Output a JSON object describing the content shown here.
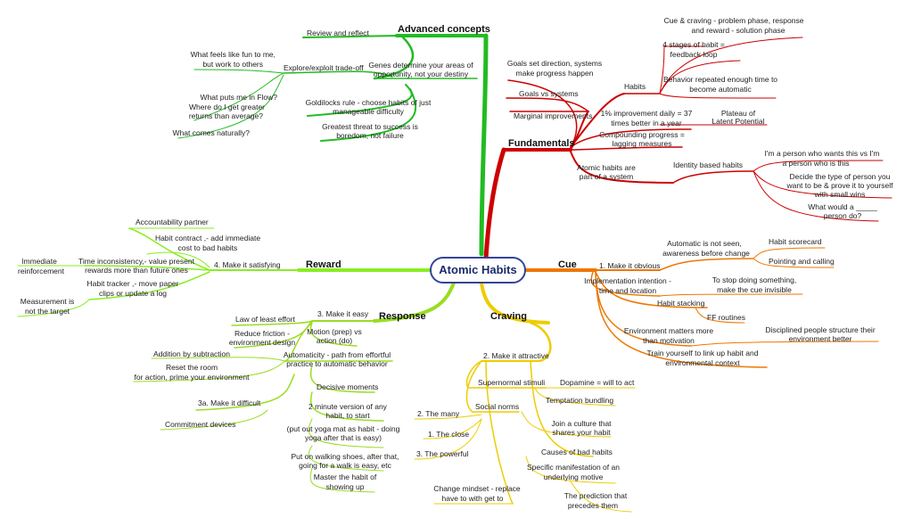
{
  "colors": {
    "fundamentals": "#cc0000",
    "advanced": "#22bb22",
    "cue": "#ee7700",
    "craving": "#eecc00",
    "response": "#99dd22",
    "reward": "#88ee22",
    "center_border": "#334499"
  },
  "center": {
    "title": "Atomic Habits"
  },
  "branches": {
    "advanced": "Advanced concepts",
    "fundamentals": "Fundamentals",
    "cue": "Cue",
    "craving": "Craving",
    "response": "Response",
    "reward": "Reward"
  },
  "advanced": {
    "review": "Review and reflect",
    "genes1": "Genes determine your areas of",
    "genes2": "opportunity, not your destiny",
    "explore": "Explore/exploit trade-off",
    "fun1": "What feels like fun to me,",
    "fun2": "but work to others",
    "flow1": "What puts me in Flow?",
    "flow2": "Where do I get greater",
    "flow3": "returns than average?",
    "natural": "What comes naturally?",
    "gold1": "Goldilocks rule - choose habits of just",
    "gold2": "manageable difficulty",
    "threat1": "Greatest threat to success is",
    "threat2": "boredom, not failure"
  },
  "fundamentals": {
    "goalsdir1": "Goals set direction, systems",
    "goalsdir2": "make progress happen",
    "goalsvs": "Goals vs systems",
    "marginal": "Marginal improvements",
    "habits": "Habits",
    "cuecrave1": "Cue & craving - problem phase, response",
    "cuecrave2": "and reward - solution phase",
    "stages1": "4 stages of habit =",
    "stages2": "feedback loop",
    "repeat1": "Behavior repeated enough time to",
    "repeat2": "become automatic",
    "improve1": "1% improvement daily = 37",
    "improve2": "times better in a year",
    "plateau1": "Plateau of",
    "plateau2": "Latent Potential",
    "compound1": "Compounding progress =",
    "compound2": "lagging measures",
    "atomic1": "Atomic habits are",
    "atomic2": "part of a system",
    "identity": "Identity based habits",
    "person1": "I'm a person who wants this vs I'm",
    "person2": "a person who is this",
    "decide1": "Decide the type of person you",
    "decide2": "want to be & prove it to yourself",
    "decide3": "with small wins",
    "would1": "What would a _____",
    "would2": "person do?"
  },
  "cue": {
    "obvious": "1. Make it obvious",
    "auto1": "Automatic is not seen,",
    "auto2": "awareness before change",
    "scorecard": "Habit scorecard",
    "pointing": "Pointing and calling",
    "impl1": "Implementation intention -",
    "impl2": "time and location",
    "stop1": "To stop doing something,",
    "stop2": "make the cue invisible",
    "stacking": "Habit stacking",
    "ff": "FF routines",
    "env1": "Environment matters more",
    "env2": "than motivation",
    "disc1": "Disciplined people structure their",
    "disc2": "environment better",
    "train1": "Train yourself to link up habit and",
    "train2": "environmental context"
  },
  "craving": {
    "attractive": "2. Make it attractive",
    "supernormal": "Supernormal stimuli",
    "dopamine": "Dopamine = will to act",
    "bundling": "Temptation bundling",
    "social": "Social norms",
    "many": "2. The many",
    "close": "1. The close",
    "powerful": "3. The powerful",
    "join1": "Join a culture that",
    "join2": "shares your habit",
    "causes": "Causes of bad habits",
    "spec1": "Specific manifestation of an",
    "spec2": "underlying motive",
    "mind1": "Change mindset - replace",
    "mind2": "have to with get to",
    "pred1": "The prediction that",
    "pred2": "precedes them"
  },
  "response": {
    "easy": "3. Make it easy",
    "least": "Law of least effort",
    "friction1": "Reduce friction -",
    "friction2": "environment design",
    "motion1": "Motion (prep) vs",
    "motion2": "action (do)",
    "subtract": "Addition by subtraction",
    "autom1": "Automaticity - path from effortful",
    "autom2": "practice to automatic behavior",
    "reset1": "Reset the room",
    "reset2": "for action, prime your environment",
    "decisive": "Decisive moments",
    "difficult": "3a. Make it difficult",
    "commit": "Commitment devices",
    "twomin1": "2 minute version of any",
    "twomin2": "habit, to start",
    "yoga1": "(put out yoga mat as habit - doing",
    "yoga2": "yoga after that is easy)",
    "shoes1": "Put on walking shoes, after that,",
    "shoes2": "going for a walk is easy, etc",
    "master1": "Master the habit of",
    "master2": "showing up"
  },
  "reward": {
    "satisfy": "4. Make it satisfying",
    "account": "Accountability partner",
    "contract1": "Habit contract ,- add immediate",
    "contract2": "cost to bad habits",
    "immediate1": "Immediate",
    "immediate2": "reinforcement",
    "incons1": "Time inconsistency,- value present",
    "incons2": "rewards more than future ones",
    "tracker1": "Habit tracker ,- move paper",
    "tracker2": "clips or update a log",
    "measure1": "Measurement is",
    "measure2": "not the target"
  }
}
